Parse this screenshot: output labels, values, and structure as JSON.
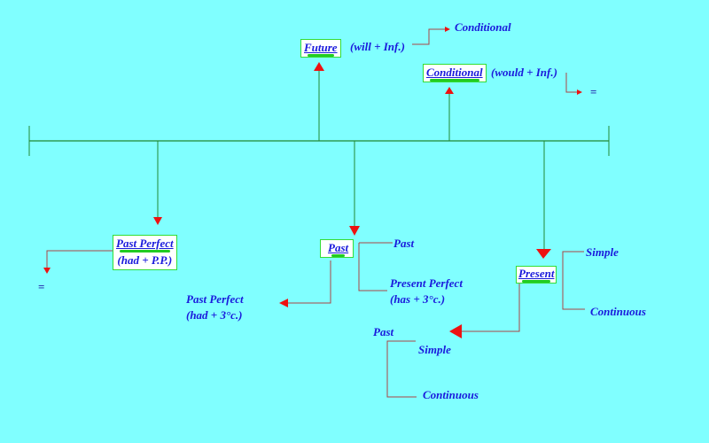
{
  "diagram": {
    "title": "English tenses timeline",
    "colors": {
      "background": "#80ffff",
      "timeline": "#228833",
      "connector": "#aa4444",
      "arrow": "#ee1111",
      "text": "#1a1adc",
      "box_border": "#33dd33"
    },
    "future": {
      "box_label": "Future",
      "formula": "(will + Inf.)",
      "branch": "Conditional"
    },
    "conditional": {
      "box_label": "Conditional",
      "formula": "(would + Inf.)",
      "branch": "="
    },
    "past_perfect": {
      "box_label": "Past Perfect",
      "formula": "(had + P.P.)",
      "branch": "="
    },
    "past": {
      "box_label": "Past",
      "branches": [
        "Past",
        "Present Perfect",
        "(has + 3°c.)"
      ],
      "left_branch": [
        "Past Perfect",
        "(had + 3°c.)"
      ]
    },
    "present": {
      "box_label": "Present",
      "branches": [
        "Simple",
        "Continuous"
      ],
      "left_branch": {
        "head": "Past",
        "items": [
          "Simple",
          "Continuous"
        ]
      }
    }
  }
}
